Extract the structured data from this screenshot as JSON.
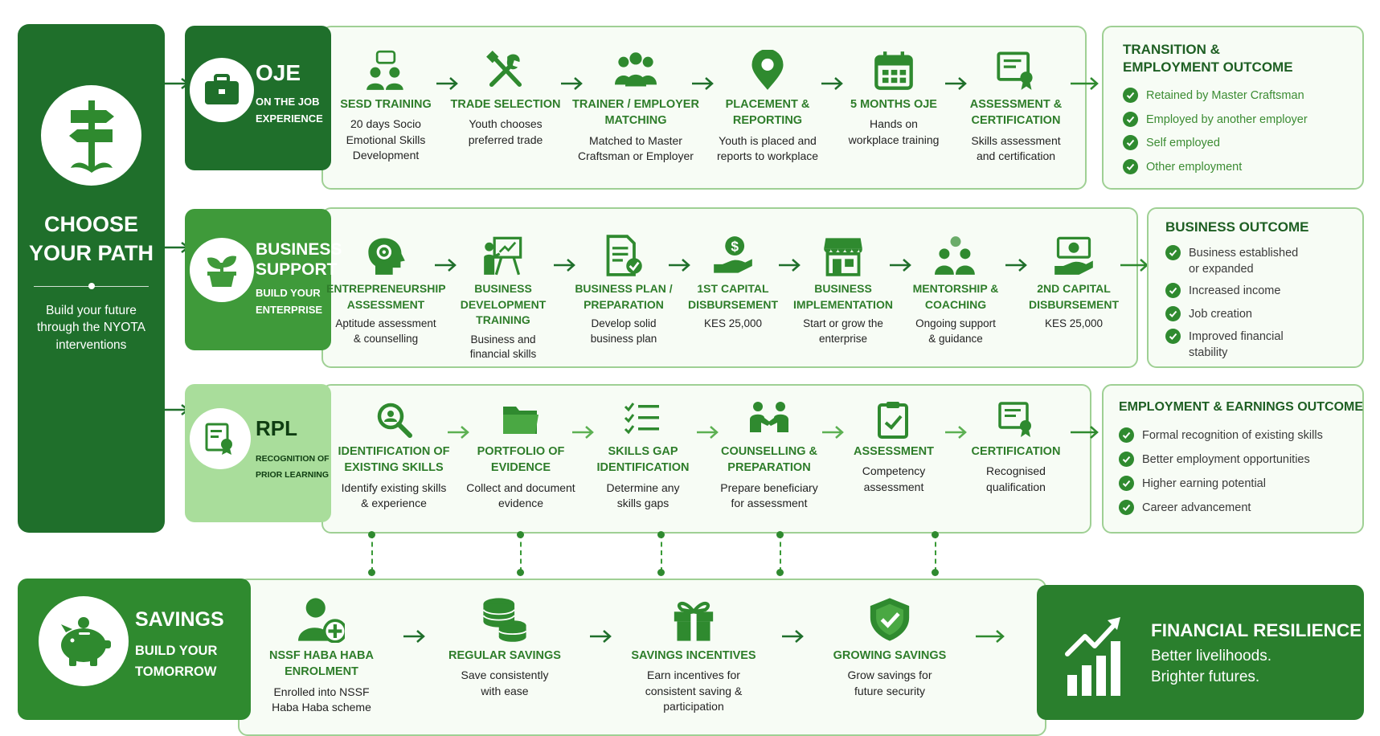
{
  "choose": {
    "title_line1": "CHOOSE",
    "title_line2": "YOUR PATH",
    "desc_line1": "Build your future",
    "desc_line2": "through the NYOTA",
    "desc_line3": "interventions",
    "icon": "signpost-icon"
  },
  "oje": {
    "title": "OJE",
    "sub_line1": "ON THE JOB",
    "sub_line2": "EXPERIENCE",
    "icon": "briefcase-icon",
    "steps": [
      {
        "title": [
          "SESD TRAINING"
        ],
        "desc": [
          "20 days Socio",
          "Emotional Skills",
          "Development"
        ],
        "icon": "training-group-icon"
      },
      {
        "title": [
          "TRADE SELECTION"
        ],
        "desc": [
          "Youth chooses",
          "preferred trade"
        ],
        "icon": "tools-icon"
      },
      {
        "title": [
          "TRAINER / EMPLOYER",
          "MATCHING"
        ],
        "desc": [
          "Matched to Master",
          "Craftsman or Employer"
        ],
        "icon": "people-icon"
      },
      {
        "title": [
          "PLACEMENT &",
          "REPORTING"
        ],
        "desc": [
          "Youth is placed and",
          "reports to workplace"
        ],
        "icon": "location-pin-icon"
      },
      {
        "title": [
          "5 MONTHS OJE"
        ],
        "desc": [
          "Hands on",
          "workplace training"
        ],
        "icon": "calendar-icon"
      },
      {
        "title": [
          "ASSESSMENT &",
          "CERTIFICATION"
        ],
        "desc": [
          "Skills assessment",
          "and certification"
        ],
        "icon": "certificate-icon"
      }
    ],
    "outcome": {
      "title_line1": "TRANSITION &",
      "title_line2": "EMPLOYMENT OUTCOME",
      "items": [
        [
          "Retained by Master Craftsman"
        ],
        [
          "Employed by another employer"
        ],
        [
          "Self employed"
        ],
        [
          "Other employment"
        ]
      ]
    }
  },
  "business": {
    "title_line1": "BUSINESS",
    "title_line2": "SUPPORT",
    "sub_line1": "BUILD YOUR",
    "sub_line2": "ENTERPRISE",
    "icon": "plant-pot-icon",
    "steps": [
      {
        "title": [
          "ENTREPRENEURSHIP",
          "ASSESSMENT"
        ],
        "desc": [
          "Aptitude assessment",
          "& counselling"
        ],
        "icon": "head-gear-icon"
      },
      {
        "title": [
          "BUSINESS DEVELOPMENT",
          "TRAINING"
        ],
        "desc": [
          "Business and",
          "financial skills"
        ],
        "icon": "presentation-icon"
      },
      {
        "title": [
          "BUSINESS PLAN /",
          "PREPARATION"
        ],
        "desc": [
          "Develop solid",
          "business plan"
        ],
        "icon": "document-check-icon"
      },
      {
        "title": [
          "1ST CAPITAL",
          "DISBURSEMENT"
        ],
        "desc": [
          "KES 25,000"
        ],
        "icon": "money-hand-icon"
      },
      {
        "title": [
          "BUSINESS",
          "IMPLEMENTATION"
        ],
        "desc": [
          "Start or grow the",
          "enterprise"
        ],
        "icon": "shop-icon"
      },
      {
        "title": [
          "MENTORSHIP &",
          "COACHING"
        ],
        "desc": [
          "Ongoing support",
          "& guidance"
        ],
        "icon": "mentorship-icon"
      },
      {
        "title": [
          "2ND CAPITAL",
          "DISBURSEMENT"
        ],
        "desc": [
          "KES 25,000"
        ],
        "icon": "cash-hand-icon"
      }
    ],
    "outcome": {
      "title": "BUSINESS OUTCOME",
      "items": [
        [
          "Business established",
          "or expanded"
        ],
        [
          "Increased income"
        ],
        [
          "Job creation"
        ],
        [
          "Improved financial",
          "stability"
        ]
      ]
    }
  },
  "rpl": {
    "title": "RPL",
    "sub_line1": "RECOGNITION OF",
    "sub_line2": "PRIOR LEARNING",
    "icon": "certificate-badge-icon",
    "steps": [
      {
        "title": [
          "IDENTIFICATION OF",
          "EXISTING SKILLS"
        ],
        "desc": [
          "Identify existing skills",
          "& experience"
        ],
        "icon": "magnifier-icon"
      },
      {
        "title": [
          "PORTFOLIO OF",
          "EVIDENCE"
        ],
        "desc": [
          "Collect and document",
          "evidence"
        ],
        "icon": "folder-icon"
      },
      {
        "title": [
          "SKILLS GAP",
          "IDENTIFICATION"
        ],
        "desc": [
          "Determine any",
          "skills gaps"
        ],
        "icon": "checklist-icon"
      },
      {
        "title": [
          "COUNSELLING &",
          "PREPARATION"
        ],
        "desc": [
          "Prepare beneficiary",
          "for assessment"
        ],
        "icon": "handshake-icon"
      },
      {
        "title": [
          "ASSESSMENT"
        ],
        "desc": [
          "Competency",
          "assessment"
        ],
        "icon": "clipboard-check-icon"
      },
      {
        "title": [
          "CERTIFICATION"
        ],
        "desc": [
          "Recognised",
          "qualification"
        ],
        "icon": "certificate-icon"
      }
    ],
    "outcome": {
      "title": "EMPLOYMENT & EARNINGS OUTCOME",
      "items": [
        [
          "Formal recognition of existing skills"
        ],
        [
          "Better employment opportunities"
        ],
        [
          "Higher earning potential"
        ],
        [
          "Career advancement"
        ]
      ]
    }
  },
  "savings": {
    "title": "SAVINGS",
    "sub_line1": "BUILD YOUR",
    "sub_line2": "TOMORROW",
    "icon": "piggy-bank-icon",
    "steps": [
      {
        "title": [
          "NSSF HABA HABA",
          "ENROLMENT"
        ],
        "desc": [
          "Enrolled into NSSF",
          "Haba Haba scheme"
        ],
        "icon": "add-user-icon"
      },
      {
        "title": [
          "REGULAR SAVINGS"
        ],
        "desc": [
          "Save consistently",
          "with ease"
        ],
        "icon": "coins-icon"
      },
      {
        "title": [
          "SAVINGS INCENTIVES"
        ],
        "desc": [
          "Earn incentives for",
          "consistent saving &",
          "participation"
        ],
        "icon": "gift-icon"
      },
      {
        "title": [
          "GROWING SAVINGS"
        ],
        "desc": [
          "Grow savings for",
          "future security"
        ],
        "icon": "shield-check-icon"
      }
    ]
  },
  "resilience": {
    "title": "FINANCIAL RESILIENCE",
    "line1": "Better livelihoods.",
    "line2": "Brighter futures.",
    "icon": "growth-chart-icon"
  }
}
